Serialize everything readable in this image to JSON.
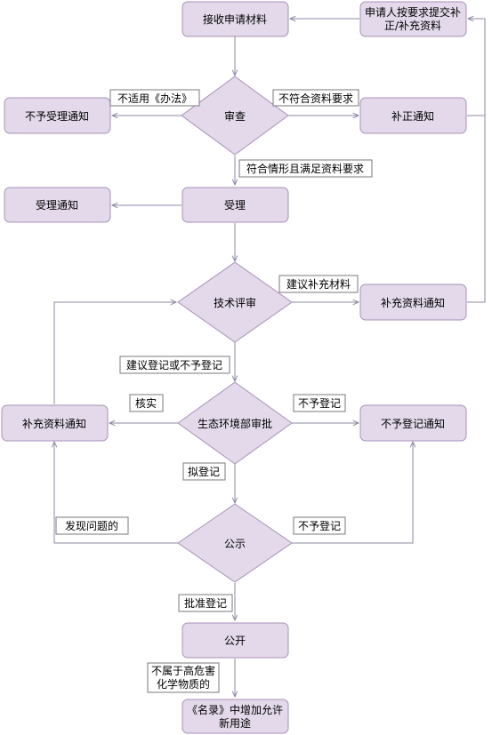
{
  "nodes": {
    "receive": "接收申请材料",
    "resubmit_line1": "申请人按要求提交补",
    "resubmit_line2": "正/补充资料",
    "reject_notice": "不予受理通知",
    "review": "审查",
    "correction_notice": "补正通知",
    "accept_notice": "受理通知",
    "accept": "受理",
    "tech_review": "技术评审",
    "supplement_notice_right": "补充资料通知",
    "supplement_notice_left": "补充资料通知",
    "env_approval": "生态环境部审批",
    "no_register_notice": "不予登记通知",
    "publicity": "公示",
    "publish": "公开",
    "final_line1": "《名录》中增加允许",
    "final_line2": "新用途"
  },
  "edge_labels": {
    "not_applicable": "不适用《办法》",
    "not_meet_req": "不符合资料要求",
    "meets": "符合情形且满足资料要求",
    "suggest_supplement": "建议补充材料",
    "suggest_register": "建议登记或不予登记",
    "verify": "核实",
    "no_register_1": "不予登记",
    "propose_register": "拟登记",
    "found_issue": "发现问题的",
    "no_register_2": "不予登记",
    "approve_register": "批准登记",
    "not_hazardous_line1": "不属于高危害",
    "not_hazardous_line2": "化学物质的"
  }
}
